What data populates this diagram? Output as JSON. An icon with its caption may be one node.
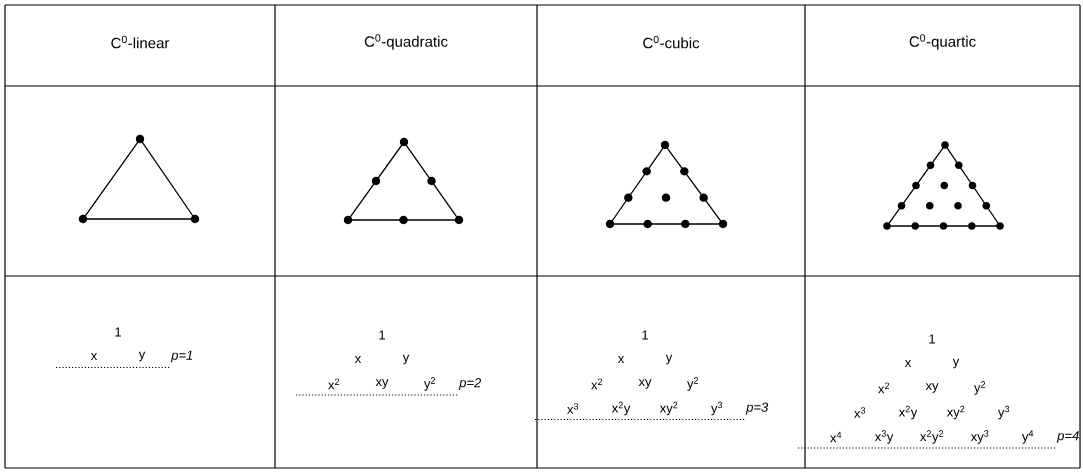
{
  "diagram": {
    "labels": [
      "C$^{0}$-linear",
      "C$^{0}$-quadratic",
      "C$^{0}$-cubic",
      "C$^{0}$-quartic",
      "1",
      "x",
      "y",
      "p=1",
      "1",
      "x",
      "y",
      "x$^{2}$",
      "xy",
      "y$^{2}$",
      "p=2",
      "1",
      "x",
      "y",
      "x$^{2}$",
      "xy",
      "y$^{2}$",
      "x$^{3}$",
      "x$^{2}$y",
      "xy$^{2}$",
      "y$^{3}$",
      "p=3",
      "1",
      "x",
      "y",
      "x$^{2}$",
      "xy",
      "y$^{2}$",
      "x$^{3}$",
      "x$^{2}$y",
      "xy$^{2}$",
      "y$^{3}$",
      "x$^{4}$",
      "x$^{3}$y",
      "x$^{2}$y$^{2}$",
      "xy$^{3}$",
      "y$^{4}$",
      "p=4"
    ]
  }
}
